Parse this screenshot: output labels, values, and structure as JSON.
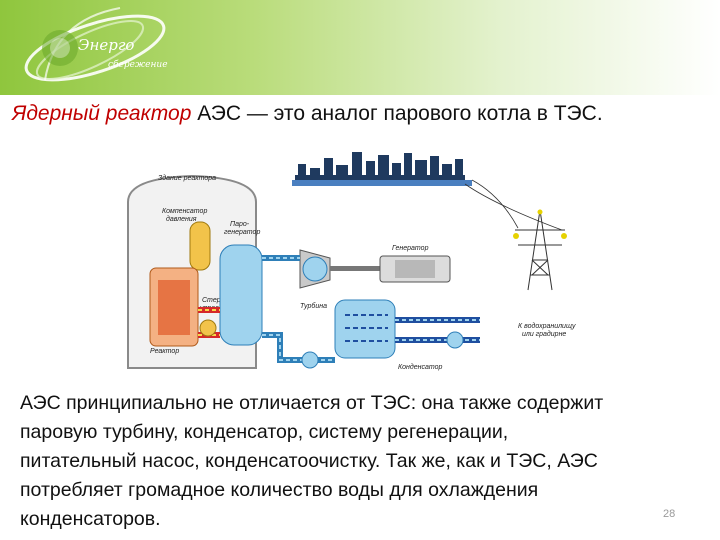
{
  "logo": {
    "main": "Энерго",
    "sub": "сбережение"
  },
  "title": {
    "accent": "Ядерный реактор",
    "rest": " АЭС — это аналог парового котла в ТЭС."
  },
  "diagram": {
    "labels": {
      "building": "Здание реактора",
      "pressurizer_l1": "Компенсатор",
      "pressurizer_l2": "давления",
      "steamgen_l1": "Паро-",
      "steamgen_l2": "генератор",
      "rods_l1": "Стержни",
      "rods_l2": "управления",
      "reactor": "Реактор",
      "generator": "Генератор",
      "turbine": "Турбина",
      "condenser": "Конденсатор",
      "water_l1": "К водохранилищу",
      "water_l2": "или градирне"
    }
  },
  "body": {
    "lines": [
      "АЭС принципиально не отличается от ТЭС: она также содержит",
      "паровую турбину, конденсатор, систему регенерации,",
      "питательный насос, конденсатоочистку. Так же, как и ТЭС, АЭС",
      "потребляет громадное количество воды для охлаждения",
      "конденсаторов."
    ]
  },
  "slide_number": "28"
}
